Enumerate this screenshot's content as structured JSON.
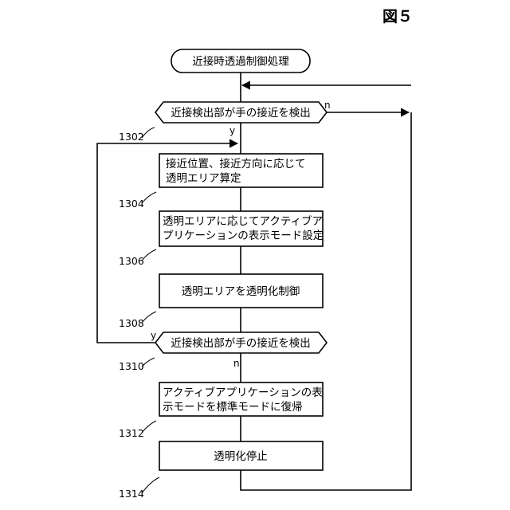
{
  "figure_label": "図５",
  "start_label": "近接時透過制御処理",
  "decision1": {
    "text": "近接検出部が手の接近を検出",
    "yes": "y",
    "no": "n",
    "ref": "1302"
  },
  "step1": {
    "line1": "接近位置、接近方向に応じて",
    "line2": "透明エリア算定",
    "ref": "1304"
  },
  "step2": {
    "line1": "透明エリアに応じてアクティブア",
    "line2": "プリケーションの表示モード設定",
    "ref": "1306"
  },
  "step3": {
    "text": "透明エリアを透明化制御",
    "ref": "1308"
  },
  "decision2": {
    "text": "近接検出部が手の接近を検出",
    "yes": "y",
    "no": "n",
    "ref": "1310"
  },
  "step4": {
    "line1": "アクティブアプリケーションの表",
    "line2": "示モードを標準モードに復帰",
    "ref": "1312"
  },
  "step5": {
    "text": "透明化停止",
    "ref": "1314"
  }
}
